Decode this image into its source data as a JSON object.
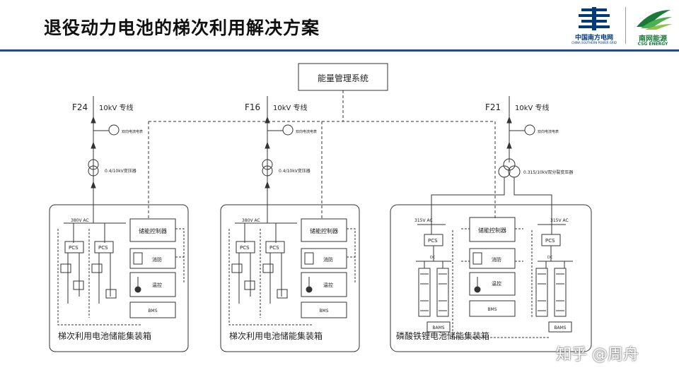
{
  "slide": {
    "title": "退役动力电池的梯次利用解决方案"
  },
  "logos": {
    "csg": {
      "name": "中国南方电网",
      "subtitle": "CHINA SOUTHERN POWER GRID"
    },
    "csg_energy": {
      "name": "南网能源",
      "subtitle": "CSG ENERGY"
    }
  },
  "diagram": {
    "ems_label": "能量管理系统",
    "feeders": [
      {
        "id": "F24",
        "line": "10kV 专线",
        "meter": "双向电流电表",
        "transformer": "0.4/10kV变压器"
      },
      {
        "id": "F16",
        "line": "10kV 专线",
        "meter": "双向电流电表",
        "transformer": "0.4/10kV变压器"
      },
      {
        "id": "F21",
        "line": "10kV 专线",
        "meter": "双向电流电表",
        "transformer": "0.315/10kV双分裂变压器"
      }
    ],
    "containers": [
      {
        "caption": "梯次利用电池储能集装箱",
        "bus": "380V AC",
        "pcs": [
          "PCS",
          "PCS"
        ]
      },
      {
        "caption": "梯次利用电池储能集装箱",
        "bus": "380V AC",
        "pcs": [
          "PCS",
          "PCS"
        ]
      },
      {
        "caption": "磷酸铁锂电池储能集装箱",
        "bus_left": "315V AC",
        "bus_right": "315V AC",
        "pcs": [
          "PCS",
          "PCS"
        ],
        "dc": "DC",
        "bams": "BAMS"
      }
    ],
    "module_labels": {
      "controller": "储能控制器",
      "fire": "消防",
      "temp": "温控",
      "bms": "BMS"
    }
  },
  "watermark": "知乎 @周舟",
  "colors": {
    "rule": "#1f4e8c",
    "csg_blue": "#003a7a",
    "energy_green": "#1a7a3c"
  }
}
